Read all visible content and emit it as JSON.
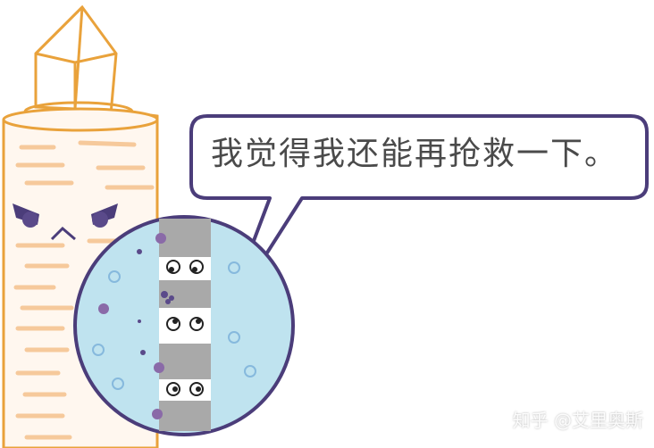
{
  "speech_bubble": {
    "text": "我觉得我还能再抢救一下。"
  },
  "watermark": "知乎 @艾里奥斯",
  "colors": {
    "bubble_border": "#4b3d7a",
    "candle_outline": "#e9a23b",
    "candle_stripe": "#f6c99b",
    "magnifier_fill": "#bfe3ef",
    "magnifier_border": "#4b3d7a",
    "membrane_gray": "#a9a9a9",
    "virus_purple": "#8a6aa8",
    "bubble_blue": "#86b9dd"
  },
  "icons": [
    "candle-filter",
    "magnifier-lens",
    "virus-icon",
    "eyes-icon"
  ]
}
